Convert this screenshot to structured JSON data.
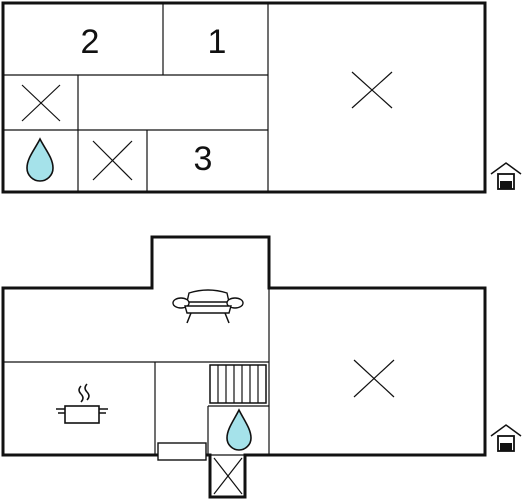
{
  "rooms": {
    "upper": [
      {
        "label": "2"
      },
      {
        "label": "1"
      },
      {
        "label": "3"
      }
    ]
  },
  "icons": [
    "bathroom-icon",
    "bedroom-icon",
    "living-room-icon",
    "kitchen-icon",
    "staircase-icon",
    "entrance-icon"
  ],
  "colors": {
    "wall": "#111111",
    "water": "#a5e2ea",
    "background": "#ffffff"
  }
}
